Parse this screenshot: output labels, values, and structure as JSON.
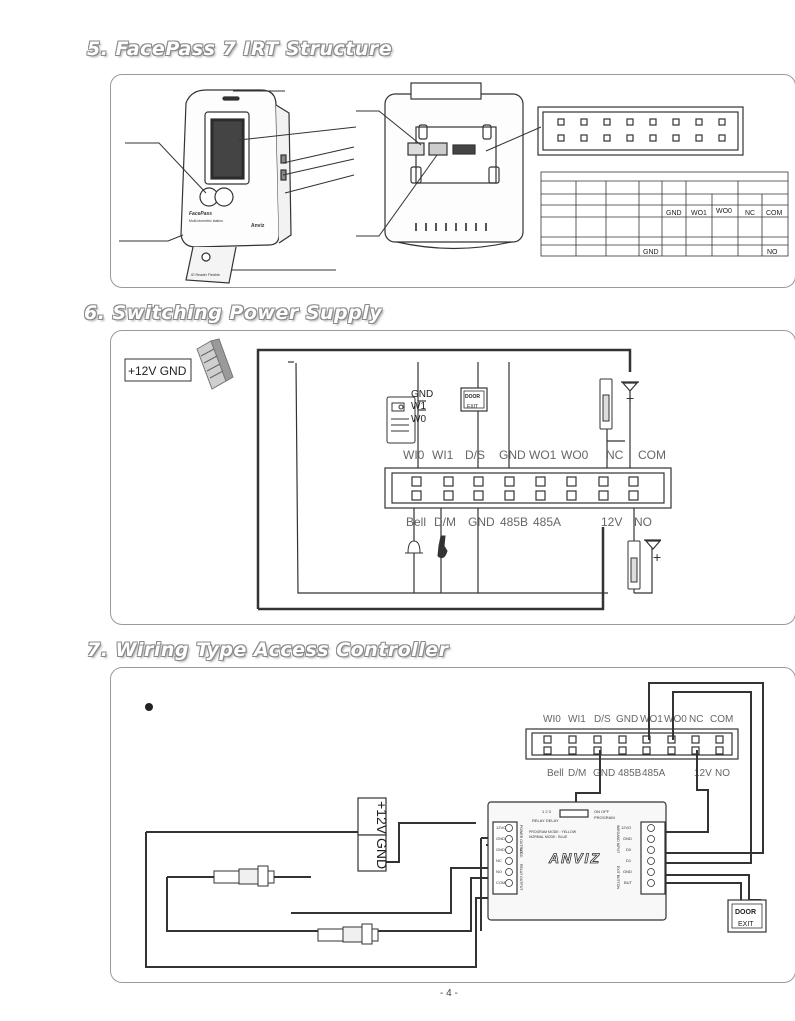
{
  "sections": [
    {
      "title": "5. FacePass 7 IRT Structure"
    },
    {
      "title": "6. Switching Power Supply"
    },
    {
      "title": "7. Wiring Type Access Controller"
    }
  ],
  "structure": {
    "device_text": [
      "FacePass",
      "Multi-biometric station",
      "Anviz",
      "ID Reader Flexible"
    ],
    "table_cells": [
      "GND",
      "WO1",
      "WO0",
      "NC",
      "COM",
      "GND",
      "NO"
    ]
  },
  "power": {
    "psu_label": "+12V GND",
    "reader_pins": [
      "GND",
      "W1",
      "W0"
    ],
    "exit_button": [
      "DOOR",
      "EXIT"
    ],
    "top_pins": [
      "WI0",
      "WI1",
      "D/S",
      "GND",
      "WO1",
      "WO0",
      "NC",
      "COM"
    ],
    "bottom_pins": [
      "Bell",
      "D/M",
      "GND",
      "485B",
      "485A",
      "12V",
      "NO"
    ],
    "plus": "+"
  },
  "controller": {
    "top_pins": [
      "WI0",
      "WI1",
      "D/S",
      "GND",
      "WO1",
      "WO0",
      "NC",
      "COM"
    ],
    "bottom_pins": [
      "Bell",
      "D/M",
      "GND",
      "485B",
      "485A",
      "12V",
      "NO"
    ],
    "psu_labels": [
      "+12V",
      "GND"
    ],
    "brand": "ANVIZ",
    "dip": {
      "nums": "1  2  3",
      "relay_delay": "RELAY DELAY",
      "on_off": "ON   OFF",
      "program": "PROGRAM",
      "note1": "PROGRAM MODE : YELLOW",
      "note2": "NORMAL MODE : BLUE"
    },
    "left_terminals": [
      "12VO",
      "GND",
      "GND",
      "NC",
      "NO",
      "COM"
    ],
    "left_groups": [
      "POWER OUTPUT",
      "LOCK",
      "RELAY OUTPUT"
    ],
    "right_terminals": [
      "12VO",
      "GND",
      "D0",
      "D1",
      "GND",
      "BUT"
    ],
    "right_groups": [
      "WIEGAND INPUT",
      "EXIT BUTTON"
    ],
    "exit_button": [
      "DOOR",
      "EXIT"
    ]
  },
  "page_number": "- 4 -"
}
